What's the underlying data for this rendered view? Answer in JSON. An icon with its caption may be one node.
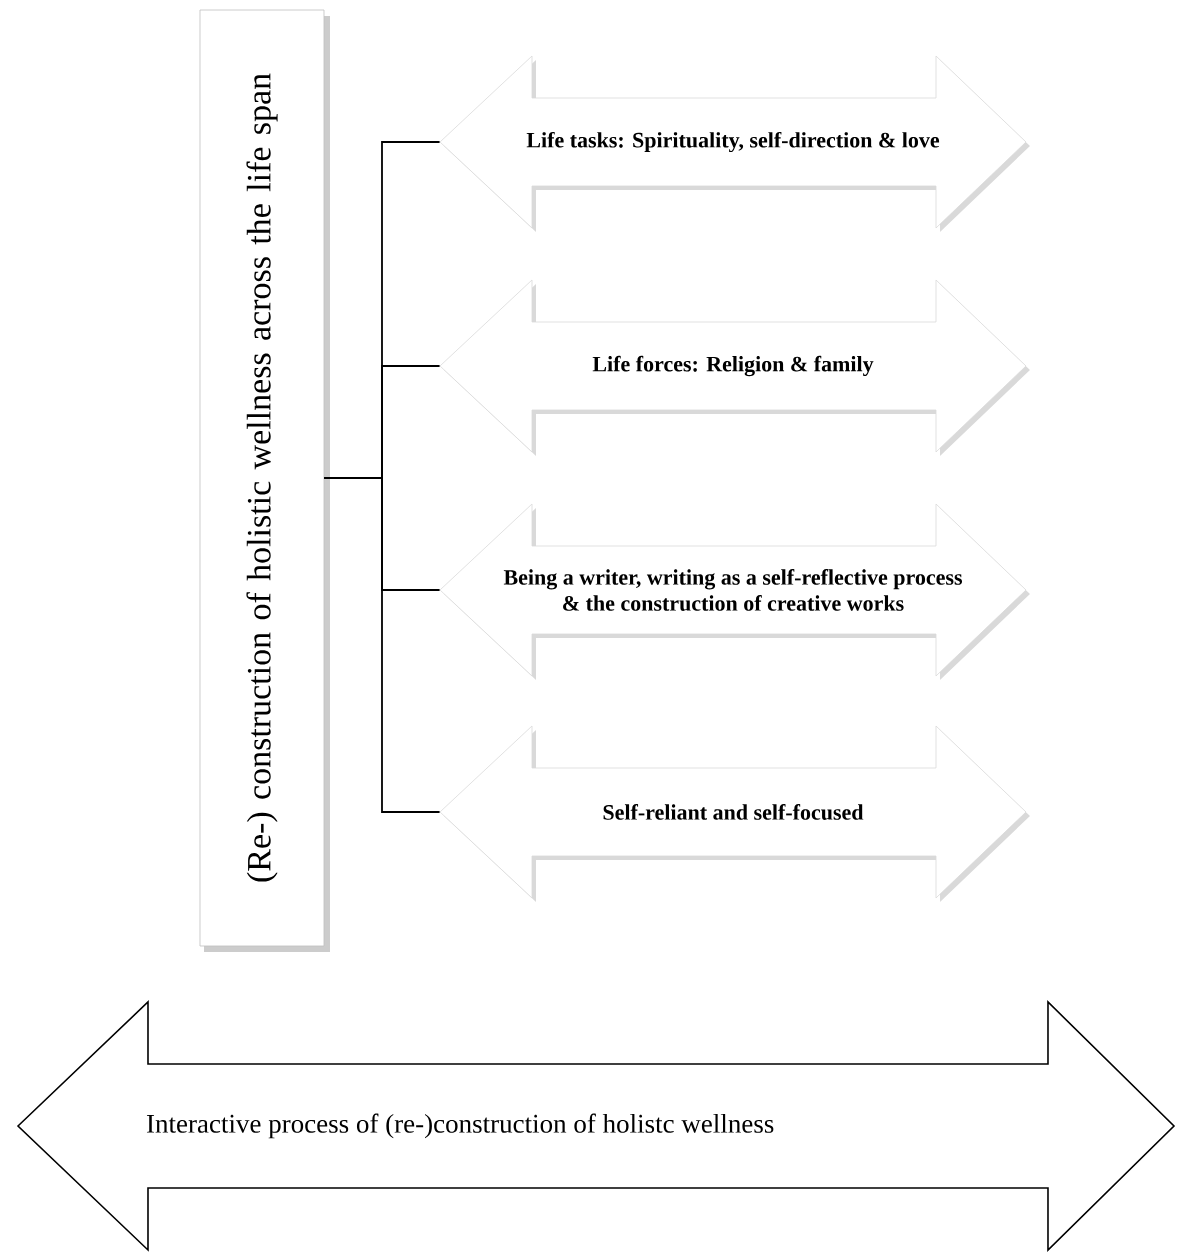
{
  "diagram": {
    "nodes": [
      {
        "text": [
          "(Re-) construction of holistic wellness across the life span"
        ]
      },
      {
        "text": [
          "Life tasks: Spirituality, self-direction & love"
        ]
      },
      {
        "text": [
          "Life forces: Religion & family"
        ]
      },
      {
        "text": [
          "Being a writer,  writing as a self-reflective process & the construction of creative works"
        ]
      },
      {
        "text": [
          "Self-reliant and self-focused"
        ]
      },
      {
        "text": [
          "Interactive process of (re-)construction of holistc wellness"
        ]
      }
    ],
    "edges": [
      {
        "from": 0,
        "to": 1,
        "arrow": "none"
      },
      {
        "from": 0,
        "to": 2,
        "arrow": "none"
      },
      {
        "from": 0,
        "to": 3,
        "arrow": "none"
      },
      {
        "from": 0,
        "to": 4,
        "arrow": "none"
      }
    ]
  }
}
